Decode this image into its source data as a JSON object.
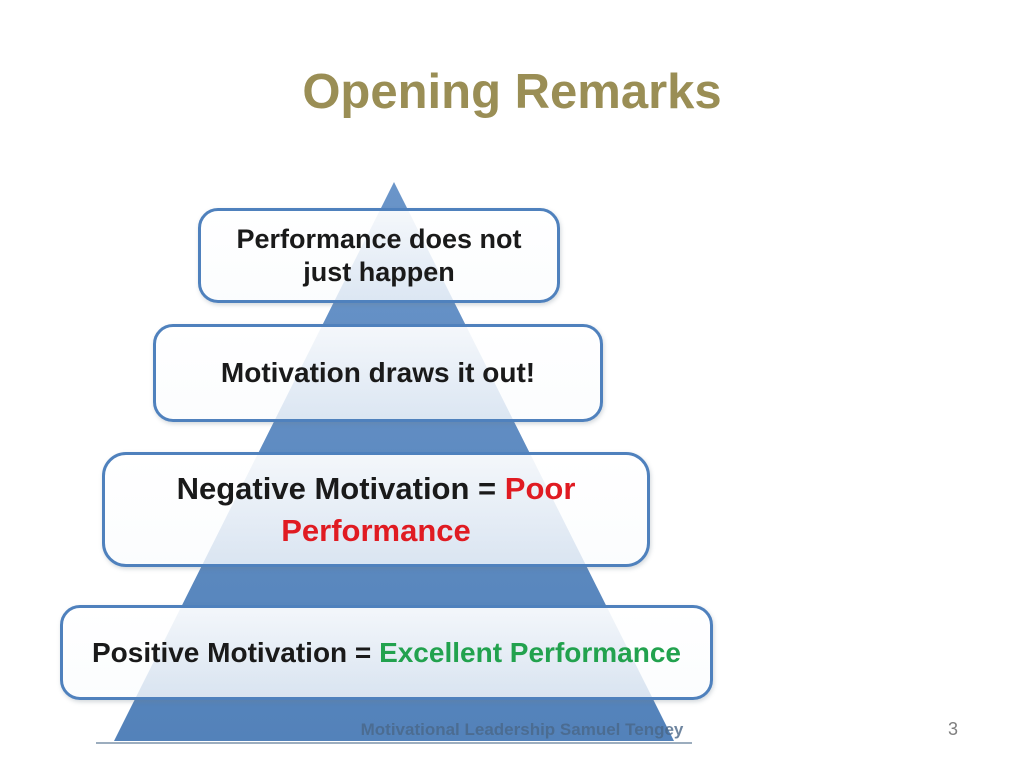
{
  "slide": {
    "title": "Opening Remarks",
    "footer": "Motivational Leadership Samuel Tengey",
    "page_number": "3",
    "boxes": [
      {
        "id": "performance-does-not-just-happen",
        "lines": [
          [
            {
              "text": "Performance does not"
            }
          ],
          [
            {
              "text": "just happen"
            }
          ]
        ]
      },
      {
        "id": "motivation-draws-it-out",
        "lines": [
          [
            {
              "text": "Motivation draws it out!"
            }
          ]
        ]
      },
      {
        "id": "negative-motivation",
        "lines": [
          [
            {
              "text": "Negative Motivation = "
            },
            {
              "text": "Poor",
              "color": "red"
            }
          ],
          [
            {
              "text": "Performance",
              "color": "red"
            }
          ]
        ]
      },
      {
        "id": "positive-motivation",
        "lines": [
          [
            {
              "text": "Positive Motivation = "
            },
            {
              "text": "Excellent Performance",
              "color": "green"
            }
          ]
        ]
      }
    ],
    "colors": {
      "title_text": "#9A8E55",
      "pyramid_fill_top": "#6A95C9",
      "pyramid_fill_bottom": "#5382BA",
      "box_border": "#4F81BD",
      "body_text": "#1A1A1A",
      "emphasis_red": "#E01B22",
      "emphasis_green": "#22A24E",
      "footer_text": "#4A6788",
      "page_number_text": "#7F7F7F",
      "base_rule": "#9CADBE"
    }
  }
}
